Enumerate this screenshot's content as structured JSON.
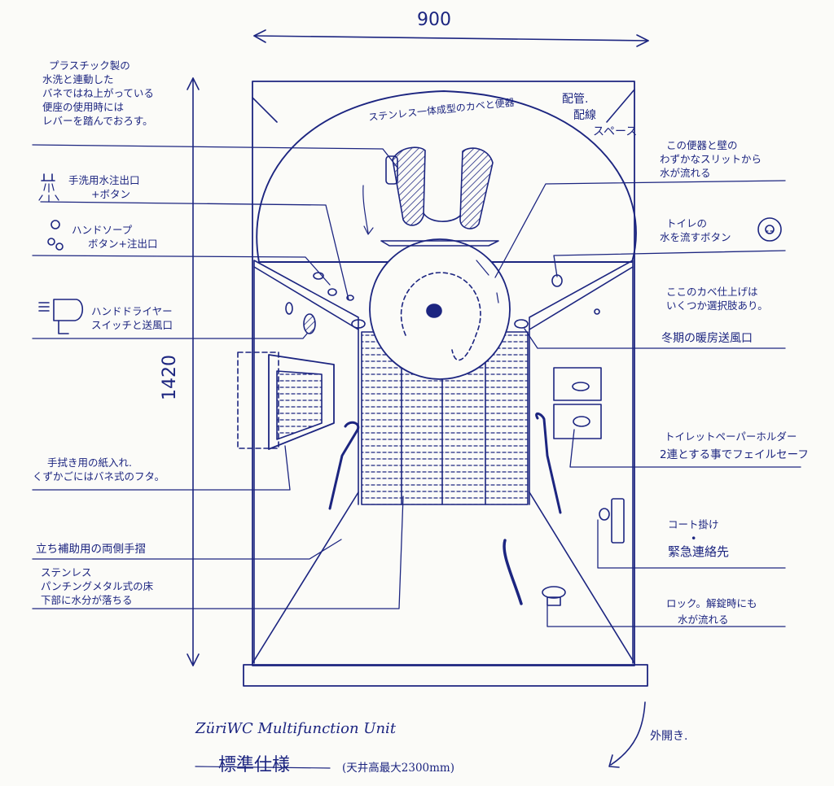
{
  "dimensions": {
    "width": "900",
    "height": "1420"
  },
  "arch_label": "ステンレス一体成型のカベと便器",
  "pipe_label": [
    "配管.",
    "配線",
    "スペース"
  ],
  "left_notes": {
    "seat": [
      "プラスチック製の",
      "水洗と連動した",
      "バネではね上がっている",
      "便座の使用時には",
      "レバーを踏んでおろす。"
    ],
    "faucet": [
      "手洗用水注出口",
      "+ボタン"
    ],
    "soap": [
      "ハンドソープ",
      "ボタン+注出口"
    ],
    "dryer": [
      "ハンドドライヤー",
      "スイッチと送風口"
    ],
    "paper_bin": [
      "手拭き用の紙入れ.",
      "くずかごにはバネ式のフタ。"
    ],
    "handrail": "立ち補助用の両側手摺",
    "floor": [
      "ステンレス",
      "パンチングメタル式の床",
      "下部に水分が落ちる"
    ]
  },
  "right_notes": {
    "slit": [
      "この便器と壁の",
      "わずかなスリットから",
      "水が流れる"
    ],
    "flush": [
      "トイレの",
      "水を流すボタン"
    ],
    "finish": [
      "ここのカベ仕上げは",
      "いくつか選択肢あり。"
    ],
    "heater": "冬期の暖房送風口",
    "paper_holder": [
      "トイレットペーパーホルダー",
      "2連とする事でフェイルセーフ"
    ],
    "hook": [
      "コート掛け",
      "•",
      "緊急連絡先"
    ],
    "lock": [
      "ロック。解錠時にも",
      "水が流れる"
    ]
  },
  "door_note": "外開き.",
  "title": {
    "line1": "ZüriWC Multifunction Unit",
    "line2": "標準仕様",
    "line3": "(天井高最大2300mm)"
  },
  "colors": {
    "ink": "#1c2580",
    "paper": "#fbfbf8"
  }
}
